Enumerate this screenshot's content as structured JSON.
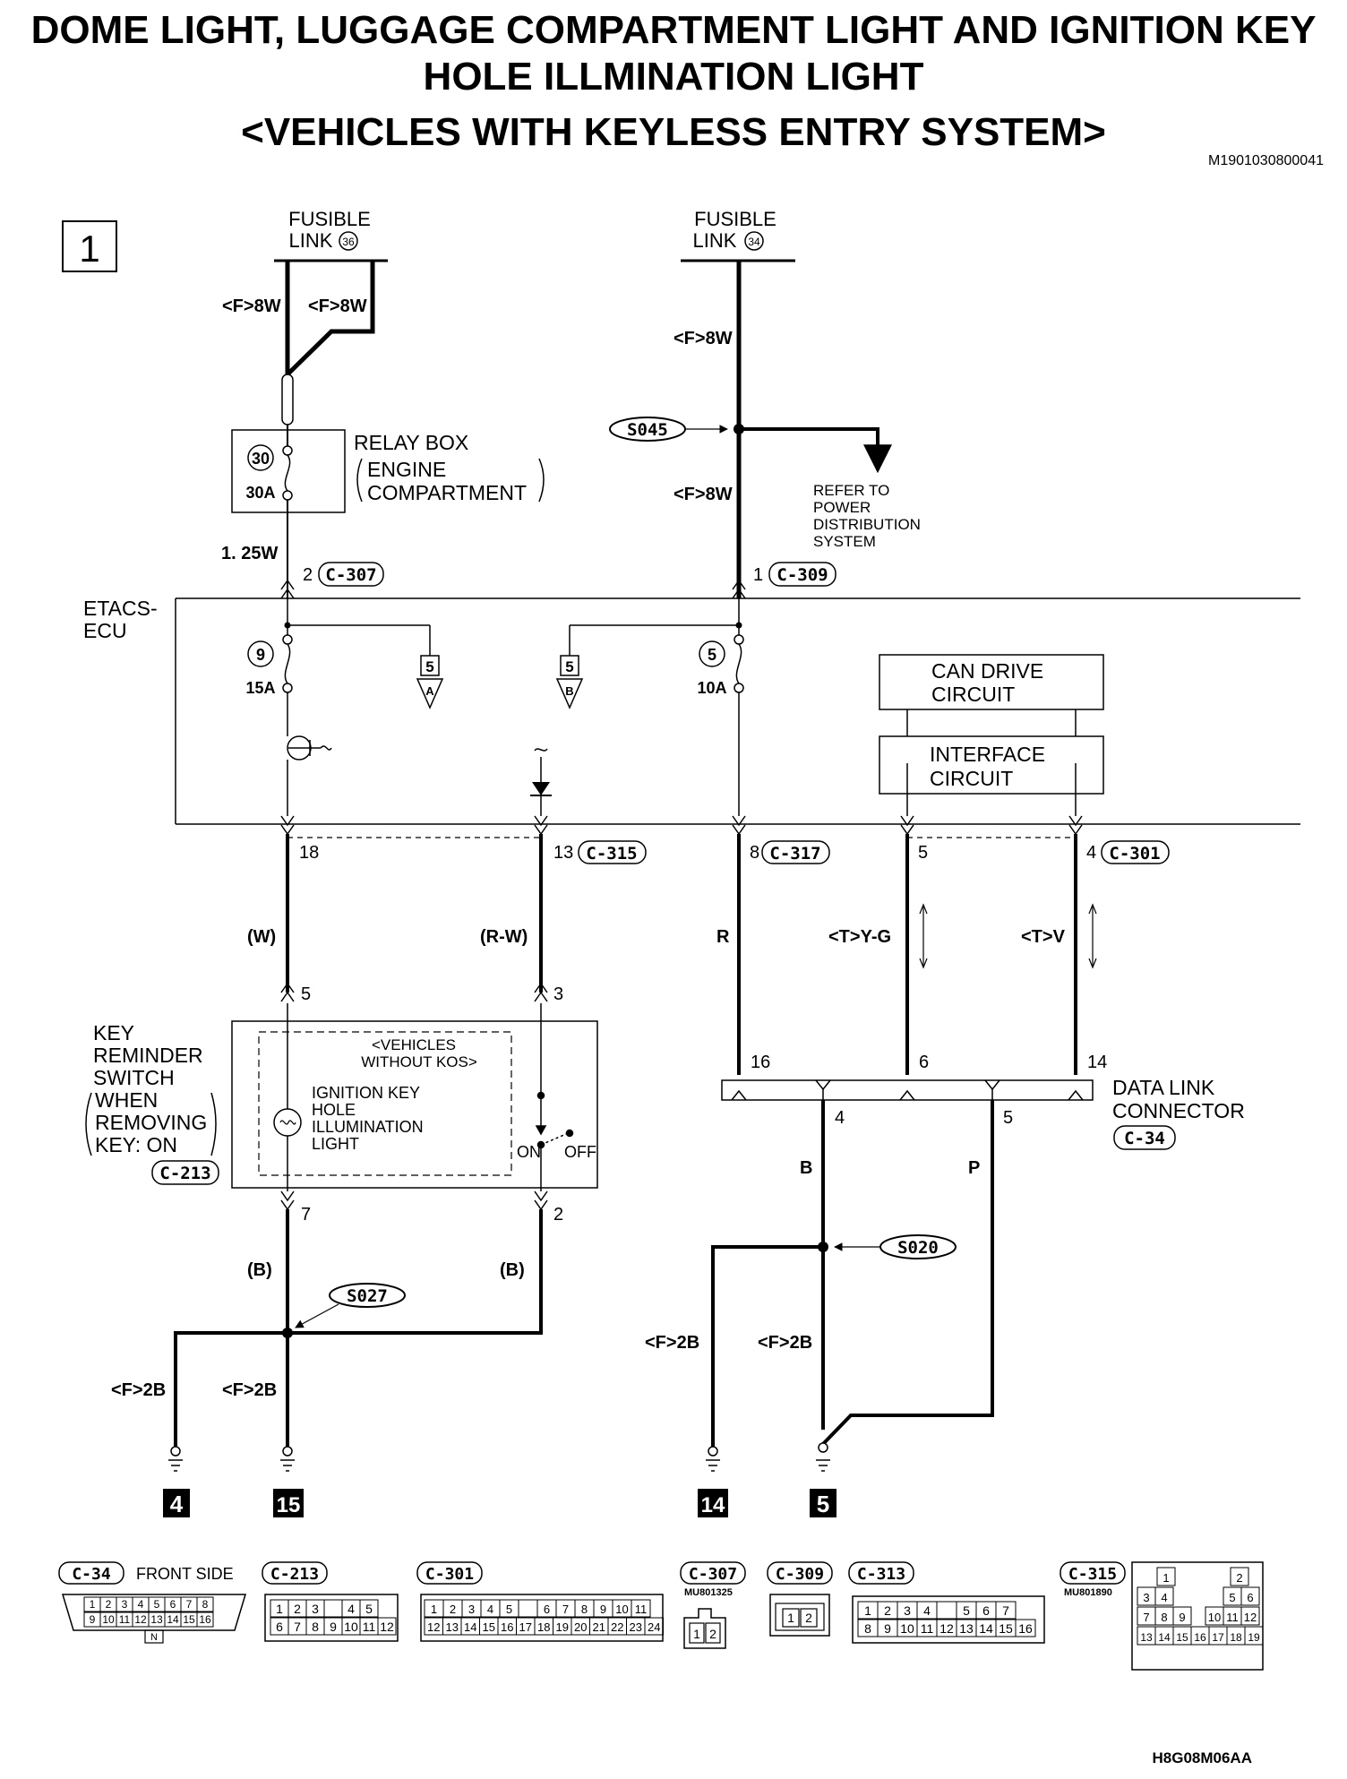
{
  "title": {
    "line1": "DOME LIGHT, LUGGAGE COMPARTMENT LIGHT AND IGNITION KEY",
    "line2": "HOLE ILLMINATION LIGHT",
    "line3": "<VEHICLES WITH KEYLESS ENTRY SYSTEM>",
    "doc_id": "M1901030800041"
  },
  "page_number": "1",
  "fusible_link_a": {
    "line1": "FUSIBLE",
    "line2": "LINK",
    "num": "36"
  },
  "fusible_link_b": {
    "line1": "FUSIBLE",
    "line2": "LINK",
    "num": "34"
  },
  "wire": {
    "f8w": "<F>8W",
    "w125": "1. 25W",
    "f2b": "<F>2B",
    "w": "(W)",
    "rw": "(R-W)",
    "r": "R",
    "tyg": "<T>Y-G",
    "tv": "<T>V",
    "b_paren": "(B)",
    "b": "B",
    "p": "P"
  },
  "relay_box": {
    "label": "RELAY BOX",
    "sub1": "ENGINE",
    "sub2": "COMPARTMENT",
    "fuse_num": "30",
    "fuse_amp": "30A"
  },
  "splices": {
    "s045": "S045",
    "s020": "S020",
    "s027": "S027"
  },
  "refer": [
    "REFER TO",
    "POWER",
    "DISTRIBUTION",
    "SYSTEM"
  ],
  "etacs": {
    "label1": "ETACS-",
    "label2": "ECU",
    "fuse9_num": "9",
    "fuse9_amp": "15A",
    "fuse5_num": "5",
    "fuse5_amp": "10A",
    "ref_a_num": "5",
    "ref_a_letter": "A",
    "ref_b_num": "5",
    "ref_b_letter": "B",
    "can1": "CAN DRIVE",
    "can2": "CIRCUIT",
    "if1": "INTERFACE",
    "if2": "CIRCUIT"
  },
  "pins": {
    "p2": "2",
    "p1": "1",
    "p18": "18",
    "p13": "13",
    "p8": "8",
    "p5": "5",
    "p4": "4",
    "ks5": "5",
    "ks3": "3",
    "ks7": "7",
    "ks2": "2",
    "dl16": "16",
    "dl6": "6",
    "dl14": "14",
    "dl4": "4",
    "dl5": "5"
  },
  "connectors": {
    "c307": "C-307",
    "c309": "C-309",
    "c315": "C-315",
    "c317": "C-317",
    "c301": "C-301",
    "c213": "C-213",
    "c34": "C-34"
  },
  "key_switch": {
    "label": [
      "KEY",
      "REMINDER",
      "SWITCH",
      "WHEN",
      "REMOVING",
      "KEY: ON"
    ],
    "inner": [
      "<VEHICLES",
      "WITHOUT KOS>"
    ],
    "light": [
      "IGNITION KEY",
      "HOLE",
      "ILLUMINATION",
      "LIGHT"
    ],
    "on": "ON",
    "off": "OFF"
  },
  "data_link": {
    "line1": "DATA LINK",
    "line2": "CONNECTOR"
  },
  "grounds": [
    "4",
    "15",
    "14",
    "5"
  ],
  "connector_views": {
    "c34_label": "C-34",
    "front_side": "FRONT SIDE",
    "c34_top": [
      "1",
      "2",
      "3",
      "4",
      "5",
      "6",
      "7",
      "8"
    ],
    "c34_bot": [
      "9",
      "10",
      "11",
      "12",
      "13",
      "14",
      "15",
      "16"
    ],
    "c34_n": "N",
    "c213_label": "C-213",
    "c213_top": [
      "1",
      "2",
      "3",
      "",
      "4",
      "5"
    ],
    "c213_bot": [
      "6",
      "7",
      "8",
      "9",
      "10",
      "11",
      "12"
    ],
    "c301_label": "C-301",
    "c301_top": [
      "1",
      "2",
      "3",
      "4",
      "5",
      "",
      "6",
      "7",
      "8",
      "9",
      "10",
      "11"
    ],
    "c301_bot": [
      "12",
      "13",
      "14",
      "15",
      "16",
      "17",
      "18",
      "19",
      "20",
      "21",
      "22",
      "23",
      "24"
    ],
    "c307_label": "C-307",
    "c307_part": "MU801325",
    "c307_pins": [
      "1",
      "2"
    ],
    "c309_label": "C-309",
    "c309_pins": [
      "1",
      "2"
    ],
    "c313_label": "C-313",
    "c313_top": [
      "1",
      "2",
      "3",
      "4",
      "",
      "5",
      "6",
      "7"
    ],
    "c313_bot": [
      "8",
      "9",
      "10",
      "11",
      "12",
      "13",
      "14",
      "15",
      "16"
    ],
    "c315_label": "C-315",
    "c315_part": "MU801890",
    "c315_r1": [
      "1",
      "2"
    ],
    "c315_r2": [
      "3",
      "4",
      "5",
      "6"
    ],
    "c315_r3": [
      "7",
      "8",
      "9",
      "10",
      "11",
      "12"
    ],
    "c315_r4": [
      "13",
      "14",
      "15",
      "16",
      "17",
      "18",
      "19"
    ]
  },
  "footer_code": "H8G08M06AA"
}
